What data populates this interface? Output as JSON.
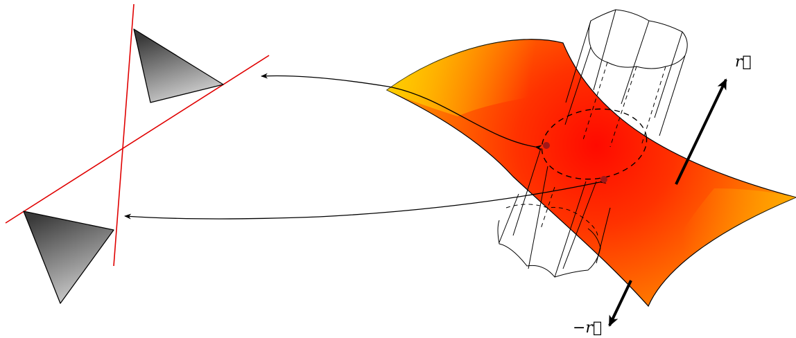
{
  "labels": {
    "plus_r": "r⃗",
    "minus_r": "−r⃗"
  },
  "colors": {
    "surface_light": "#ffd000",
    "surface_mid": "#ff6a00",
    "surface_core": "#ff1a00",
    "section_line": "#e00000",
    "triangle_dark": "#3a3a3a",
    "triangle_light": "#c8c8c8",
    "point": "#a01818"
  },
  "icons": {
    "upper_triangle": "gray-gradient-triangle",
    "lower_triangle": "gray-gradient-triangle",
    "cylinder": "wireframe-cylinder",
    "surface": "saddle-surface"
  }
}
